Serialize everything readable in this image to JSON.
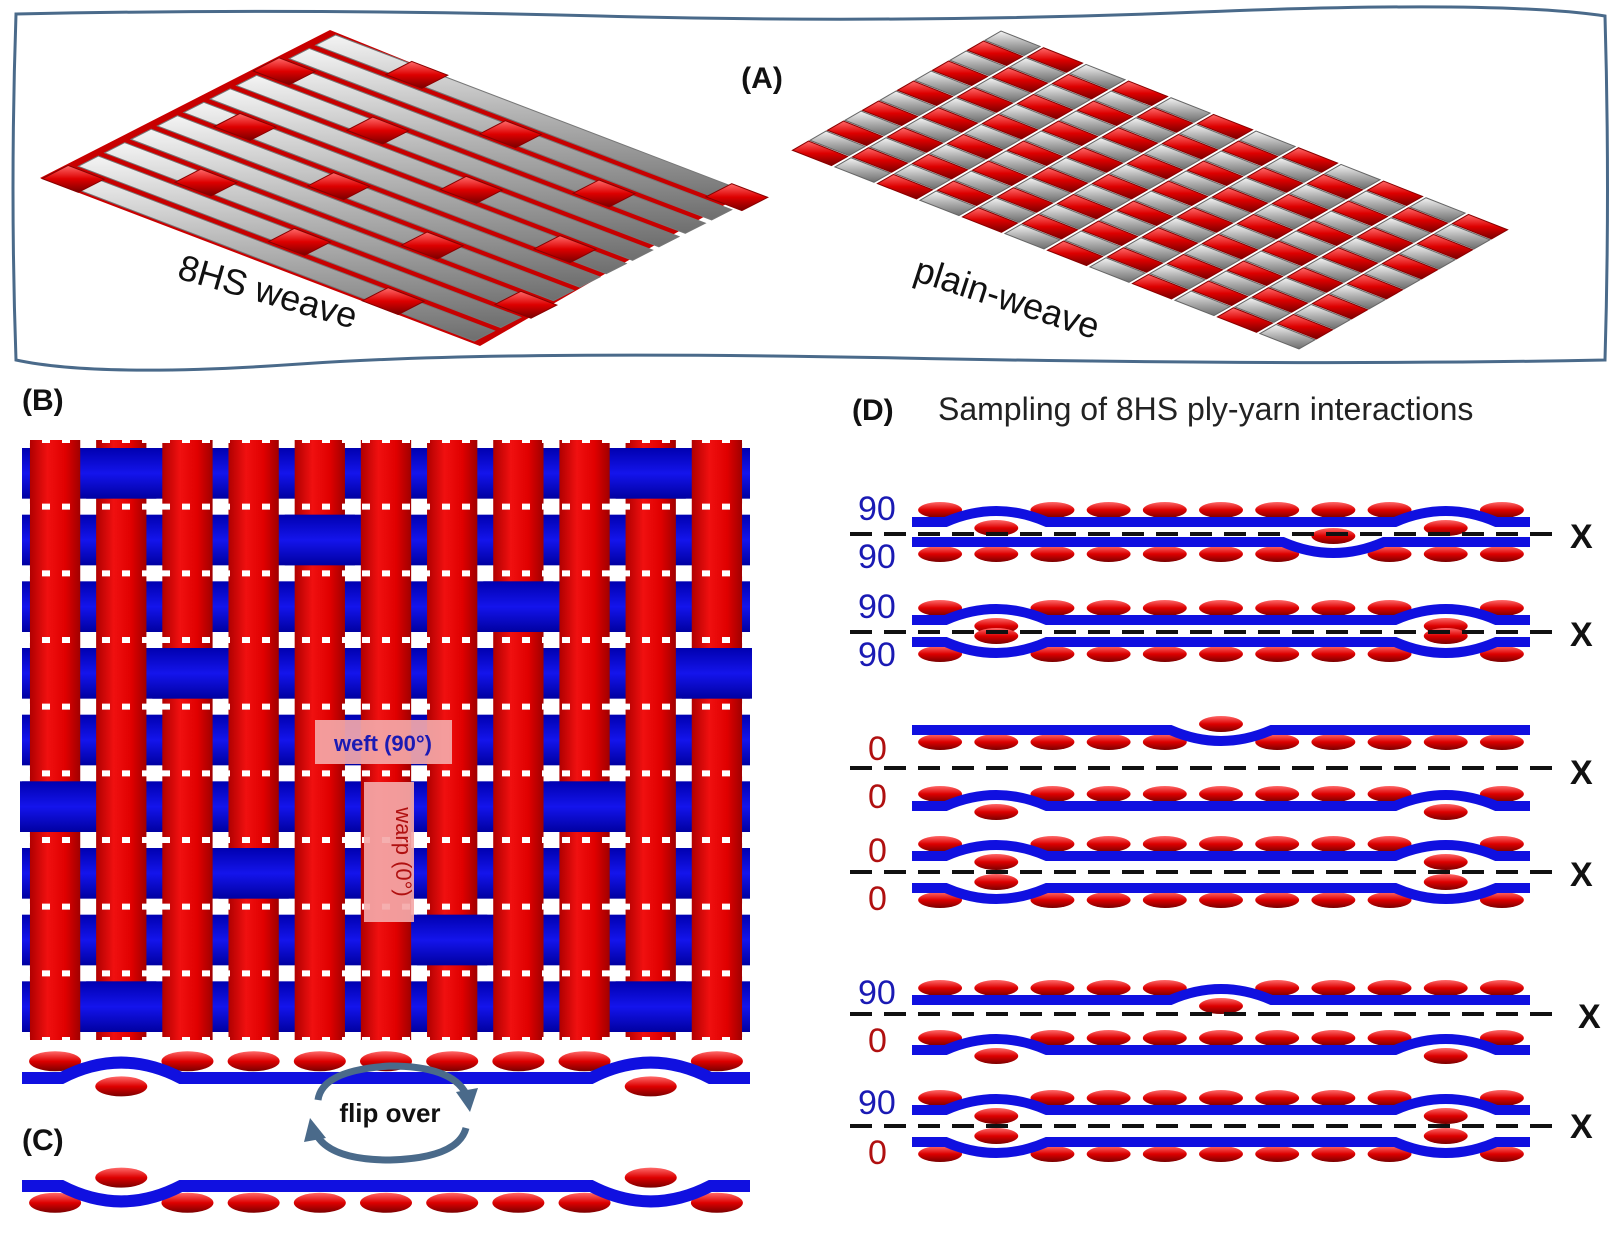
{
  "panel_a": {
    "label": "(A)",
    "left_caption": "8HS weave",
    "right_caption": "plain-weave"
  },
  "panel_b": {
    "label": "(B)",
    "weft_label": "weft (90°)",
    "warp_label": "warp (0°)"
  },
  "panel_c": {
    "label": "(C)",
    "flip_label": "flip over"
  },
  "panel_d": {
    "label": "(D)",
    "title": "Sampling of 8HS ply-yarn interactions",
    "groups": [
      {
        "pairs": [
          {
            "top": "90",
            "bottom": "90",
            "marker": "X"
          },
          {
            "top": "90",
            "bottom": "90",
            "marker": "X"
          }
        ]
      },
      {
        "pairs": [
          {
            "top": "0",
            "bottom": "0",
            "marker": "X"
          },
          {
            "top": "0",
            "bottom": "0",
            "marker": "X"
          }
        ]
      },
      {
        "pairs": [
          {
            "top": "90",
            "bottom": "0",
            "marker": "X"
          },
          {
            "top": "90",
            "bottom": "0",
            "marker": "X"
          }
        ]
      }
    ]
  },
  "colors": {
    "warp_red": "#e00000",
    "weft_blue": "#1010e0",
    "gray_yarn": "#a8a8a8",
    "label_blue": "#1a1ab4",
    "label_red": "#b01010",
    "frame": "#4a6a8a"
  }
}
